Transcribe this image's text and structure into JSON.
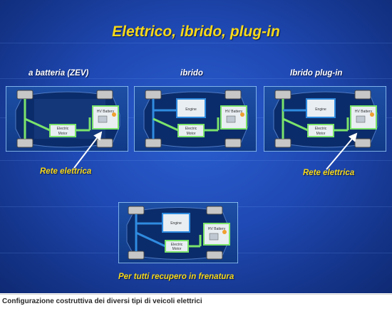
{
  "title": "Elettrico, ibrido, plug-in",
  "columns": [
    {
      "label": "a batteria (ZEV)"
    },
    {
      "label": "ibrido"
    },
    {
      "label": "Ibrido plug-in"
    }
  ],
  "components": {
    "engine": "Engine",
    "motor_line1": "Electric",
    "motor_line2": "Motor",
    "battery": "HV Battery"
  },
  "annotations": {
    "grid_left": "Rete elettrica",
    "grid_right": "Rete elettrica",
    "regen": "Per tutti recupero in frenatura"
  },
  "caption": "Configurazione costruttiva dei diversi tipi di veicoli elettrici",
  "colors": {
    "title": "#f7d91a",
    "power_line": "#7be36b",
    "engine_line": "#2f8be0",
    "background": "#1f49b4"
  }
}
